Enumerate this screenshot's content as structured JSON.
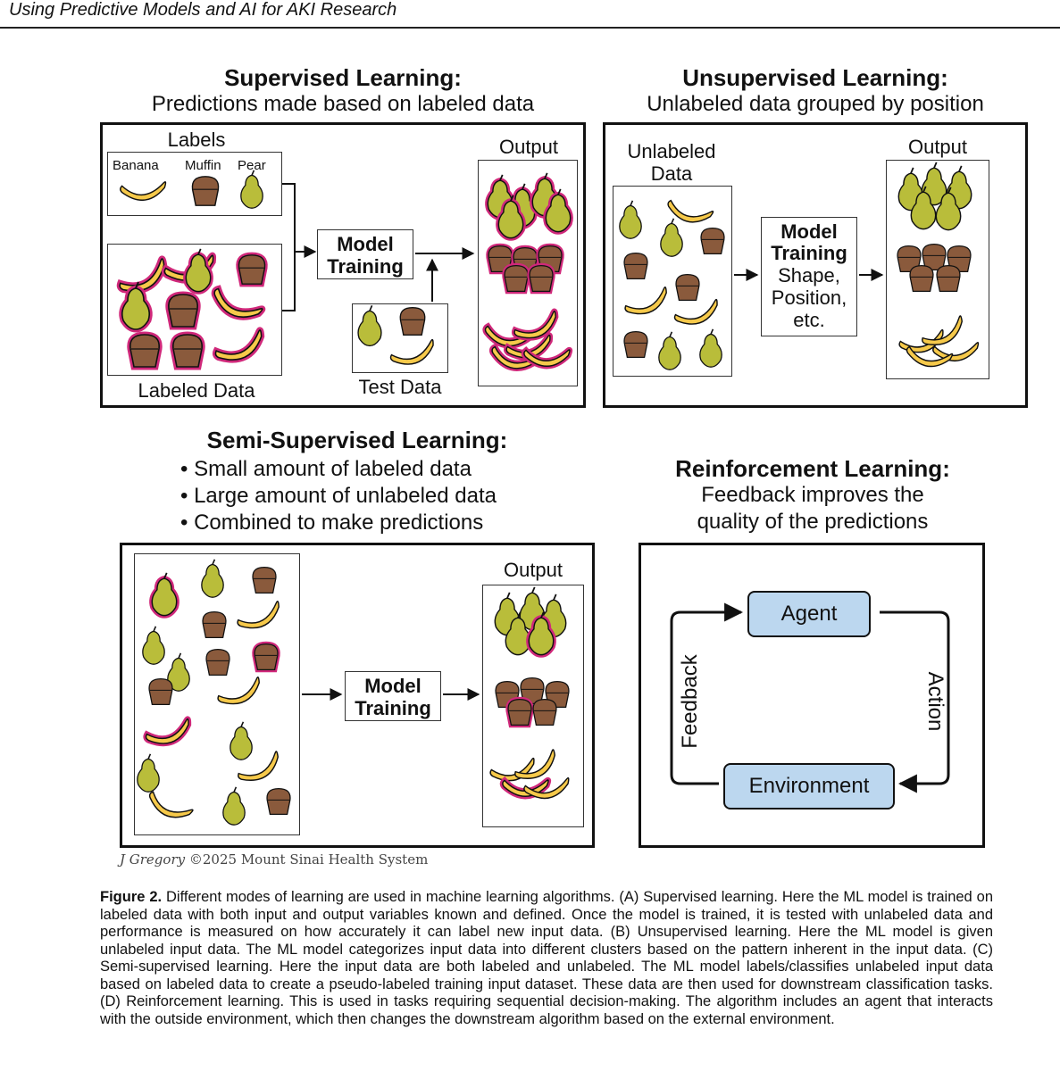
{
  "header": {
    "running_title": "Using Predictive Models and AI for AKI Research"
  },
  "supervised": {
    "title": "Supervised Learning:",
    "subtitle": "Predictions made based on labeled data",
    "labels_heading": "Labels",
    "label_names": [
      "Banana",
      "Muffin",
      "Pear"
    ],
    "model_box": "Model Training",
    "output_label": "Output",
    "labeled_data_label": "Labeled Data",
    "test_data_label": "Test Data"
  },
  "unsupervised": {
    "title": "Unsupervised Learning:",
    "subtitle": "Unlabeled data grouped by position",
    "unlabeled_label": "Unlabeled Data",
    "model_box_title": "Model Training",
    "model_box_detail": "Shape, Position, etc.",
    "output_label": "Output"
  },
  "semi_supervised": {
    "title": "Semi-Supervised Learning:",
    "bullets": [
      "Small amount of labeled data",
      "Large amount of unlabeled data",
      "Combined to make predictions"
    ],
    "model_box": "Model Training",
    "output_label": "Output"
  },
  "reinforcement": {
    "title": "Reinforcement Learning:",
    "subtitle_line1": "Feedback improves the",
    "subtitle_line2": "quality of the predictions",
    "agent": "Agent",
    "environment": "Environment",
    "action": "Action",
    "feedback": "Feedback"
  },
  "credit": {
    "author": "J Gregory",
    "rest": "©2025 Mount Sinai Health System"
  },
  "caption": {
    "label": "Figure 2.",
    "text": "Different modes of learning are used in machine learning algorithms. (A) Supervised learning. Here the ML model is trained on labeled data with both input and output variables known and defined. Once the model is trained, it is tested with unlabeled data and performance is measured on how accurately it can label new input data. (B) Unsupervised learning. Here the ML model is given unlabeled input data. The ML model categorizes input data into different clusters based on the pattern inherent in the input data. (C) Semi-supervised learning. Here the input data are both labeled and unlabeled. The ML model labels/classifies unlabeled input data based on labeled data to create a pseudo-labeled training input dataset. These data are then used for downstream classification tasks. (D) Reinforcement learning. This is used in tasks requiring sequential decision-making. The algorithm includes an agent that interacts with the outside environment, which then changes the downstream algorithm based on the external environment."
  },
  "colors": {
    "banana": "#f6c94a",
    "pear": "#b9bd3a",
    "muffin": "#8a5a3c",
    "highlight": "#d0287a",
    "rl_box": "#bcd7ef"
  }
}
